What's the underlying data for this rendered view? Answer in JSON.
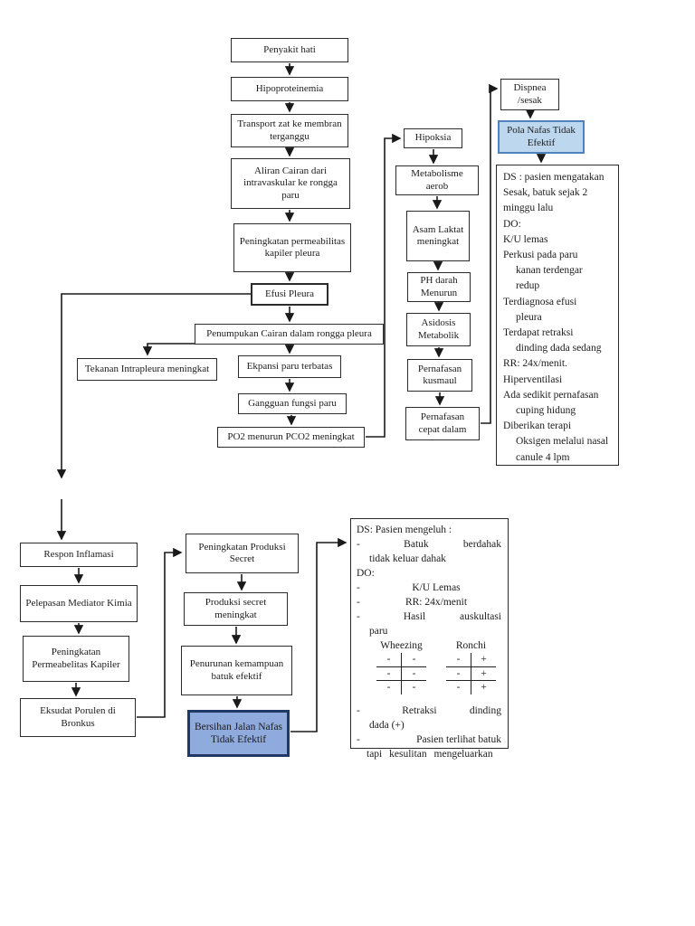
{
  "colors": {
    "highlight_light_fill": "#bdd7ee",
    "highlight_light_border": "#4f81bd",
    "highlight_dark_fill": "#8faadc",
    "highlight_dark_border": "#1f3864",
    "line_color": "#1a1a1a"
  },
  "nodes": {
    "penyakit_hati": "Penyakit hati",
    "hipoproteinemia": "Hipoproteinemia",
    "transport_zat": "Transport zat ke membran terganggu",
    "aliran_cairan": "Aliran Cairan dari intravaskular ke rongga paru",
    "peningkatan_permeabilitas_pleura": "Peningkatan permeabilitas kapiler pleura",
    "efusi_pleura": "Efusi Pleura",
    "penumpukan_cairan": "Penumpukan Cairan dalam rongga pleura",
    "tekanan_intrapleura": "Tekanan Intrapleura meningkat",
    "ekpansi_paru": "Ekpansi paru terbatas",
    "gangguan_fungsi_paru": "Gangguan fungsi paru",
    "po2_menurun": "PO2 menurun PCO2 meningkat",
    "hipoksia": "Hipoksia",
    "metabolisme_aerob": "Metabolisme aerob",
    "asam_laktat": "Asam Laktat meningkat",
    "ph_darah_menurun": "PH darah Menurun",
    "asidosis_metabolik": "Asidosis Metabolik",
    "pernafasan_kusmaul": "Pernafasan kusmaul",
    "pernafasan_cepat_dalam": "Pernafasan cepat dalam",
    "dispnea": "Dispnea /sesak",
    "pola_nafas_tidak_efektif": "Pola Nafas Tidak Efektif",
    "respon_inflamasi": "Respon Inflamasi",
    "pelepasan_mediator": "Pelepasan Mediator Kimia",
    "peningkatan_permeabelitas_kapiler": "Peningkatan Permeabelitas Kapiler",
    "eksudat_porulen": "Eksudat Porulen di Bronkus",
    "peningkatan_produksi_secret": "Peningkatan Produksi Secret",
    "produksi_secret_meningkat": "Produksi secret meningkat",
    "penurunan_kemampuan_batuk": "Penurunan kemampuan batuk efektif",
    "bersihan_jalan_nafas": "Bersihan Jalan Nafas Tidak Efektif"
  },
  "ds_pola_nafas": {
    "lines": [
      {
        "type": "plain",
        "text": "DS : pasien mengatakan"
      },
      {
        "type": "plain",
        "text": "Sesak, batuk sejak 2"
      },
      {
        "type": "plain",
        "text": "minggu lalu"
      },
      {
        "type": "plain",
        "text": "DO:"
      },
      {
        "type": "plain",
        "text": "K/U lemas"
      },
      {
        "type": "plain",
        "text": "Perkusi pada paru"
      },
      {
        "type": "indent",
        "text": "kanan terdengar"
      },
      {
        "type": "indent",
        "text": "redup"
      },
      {
        "type": "plain",
        "text": "Terdiagnosa efusi"
      },
      {
        "type": "indent",
        "text": "pleura"
      },
      {
        "type": "plain",
        "text": "Terdapat retraksi"
      },
      {
        "type": "indent",
        "text": "dinding dada sedang"
      },
      {
        "type": "plain",
        "text": "RR: 24x/menit."
      },
      {
        "type": "plain",
        "text": "Hiperventilasi"
      },
      {
        "type": "plain",
        "text": "Ada sedikit pernafasan"
      },
      {
        "type": "indent",
        "text": "cuping hidung"
      },
      {
        "type": "plain",
        "text": "Diberikan terapi"
      },
      {
        "type": "indent",
        "text": "Oksigen melalui nasal"
      },
      {
        "type": "indent",
        "text": "canule 4 lpm"
      }
    ]
  },
  "ds_bersihan": {
    "lines_top": [
      {
        "type": "plain",
        "text": "DS: Pasien mengeluh :"
      },
      {
        "type": "bullet-spread",
        "left": "Batuk",
        "right": "berdahak"
      },
      {
        "type": "indent",
        "text": "tidak keluar dahak"
      },
      {
        "type": "plain",
        "text": "DO:"
      },
      {
        "type": "bullet-center",
        "text": "K/U Lemas"
      },
      {
        "type": "bullet-center",
        "text": "RR: 24x/menit"
      },
      {
        "type": "bullet-spread",
        "left": "Hasil",
        "right": "auskultasi"
      },
      {
        "type": "indent",
        "text": "paru"
      }
    ],
    "auscultation": {
      "col1_header": "Wheezing",
      "col2_header": "Ronchi",
      "wheezing_rows": [
        [
          "-",
          "-"
        ],
        [
          "-",
          "-"
        ],
        [
          "-",
          "-"
        ]
      ],
      "ronchi_rows": [
        [
          "-",
          "+"
        ],
        [
          "-",
          "+"
        ],
        [
          "-",
          "+"
        ]
      ]
    },
    "lines_bottom": [
      {
        "type": "bullet-spread",
        "left": "Retraksi",
        "right": "dinding"
      },
      {
        "type": "indent",
        "text": "dada (+)"
      },
      {
        "type": "bullet-right",
        "text": "Pasien terlihat batuk"
      },
      {
        "type": "just",
        "text": "tapi kesulitan mengeluarkan"
      }
    ]
  }
}
